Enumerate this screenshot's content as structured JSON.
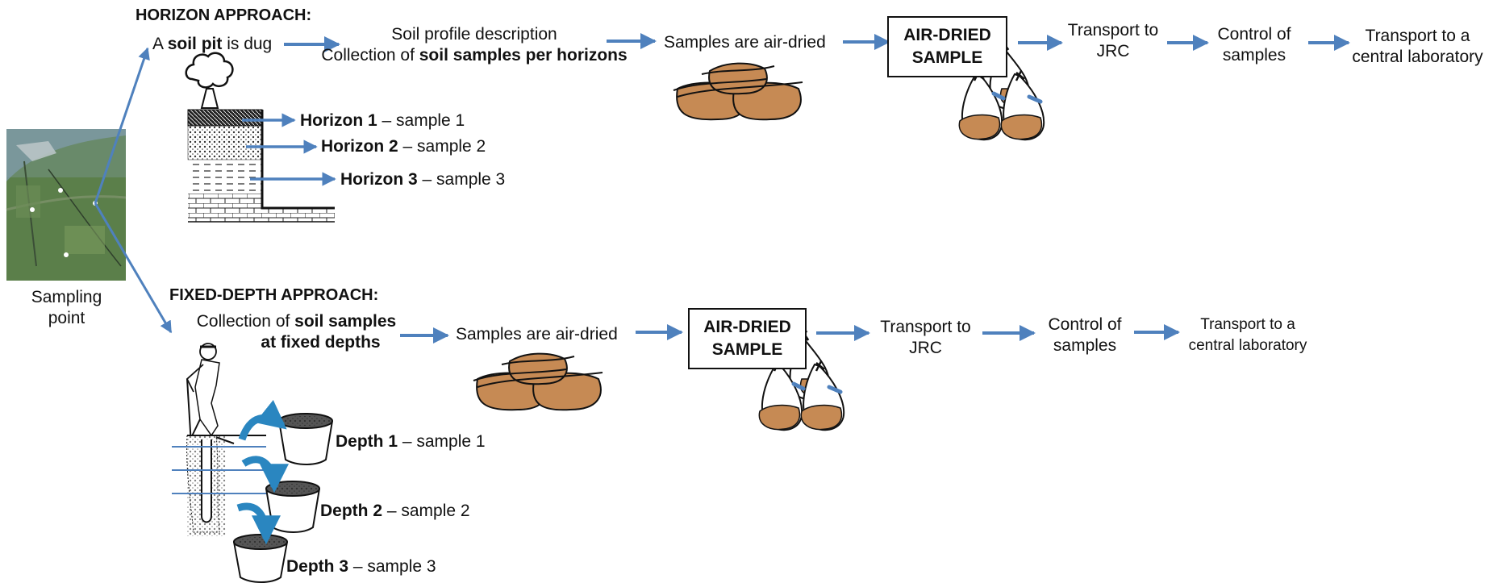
{
  "sampling_point": {
    "label_line1": "Sampling",
    "label_line2": "point"
  },
  "horizon": {
    "heading": "HORIZON APPROACH:",
    "pit_prefix": "A ",
    "pit_bold": "soil pit",
    "pit_suffix": " is dug",
    "desc_line1": "Soil profile description",
    "desc_line2_prefix": "Collection of ",
    "desc_line2_bold": "soil samples per horizons",
    "air_dried": "Samples are air-dried",
    "box_line1": "AIR-DRIED",
    "box_line2": "SAMPLE",
    "transport_line1": "Transport to",
    "transport_line2": "JRC",
    "control_line1": "Control of",
    "control_line2": "samples",
    "lab_line1": "Transport to a",
    "lab_line2": "central laboratory",
    "samples": [
      {
        "bold": "Horizon 1",
        "rest": " – sample 1"
      },
      {
        "bold": "Horizon 2",
        "rest": " – sample 2"
      },
      {
        "bold": "Horizon 3",
        "rest": " – sample 3"
      }
    ]
  },
  "fixed_depth": {
    "heading": "FIXED-DEPTH APPROACH:",
    "collect_line1_prefix": "Collection of ",
    "collect_line1_bold": "soil samples",
    "collect_line2_bold": "at fixed depths",
    "air_dried": "Samples are air-dried",
    "box_line1": "AIR-DRIED",
    "box_line2": "SAMPLE",
    "transport_line1": "Transport to",
    "transport_line2": "JRC",
    "control_line1": "Control of",
    "control_line2": "samples",
    "lab_line1": "Transport to a",
    "lab_line2": "central laboratory",
    "samples": [
      {
        "bold": "Depth 1",
        "rest": " – sample 1"
      },
      {
        "bold": "Depth 2",
        "rest": " – sample 2"
      },
      {
        "bold": "Depth 3",
        "rest": " – sample 3"
      }
    ]
  },
  "colors": {
    "arrow": "#4f81bd",
    "arrow_dark": "#2e5a8a",
    "soil": "#c68a54",
    "bucket_arrow": "#2a86c0",
    "map_green": "#5b7f4a"
  }
}
